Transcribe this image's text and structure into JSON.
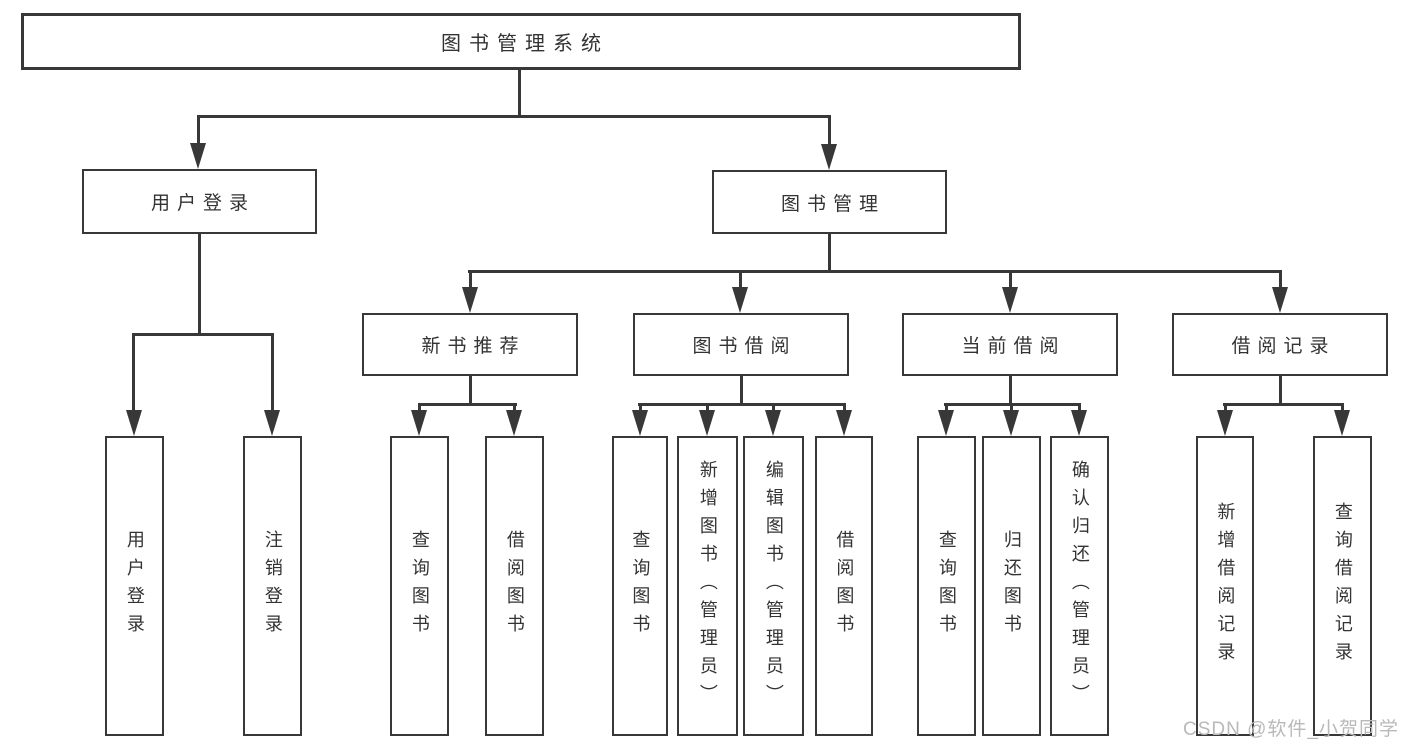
{
  "root": {
    "label": "图书管理系统"
  },
  "user": {
    "label": "用户登录",
    "children": [
      {
        "label": "用户登录"
      },
      {
        "label": "注销登录"
      }
    ]
  },
  "book": {
    "label": "图书管理",
    "modules": [
      {
        "label": "新书推荐",
        "children": [
          {
            "label": "查询图书"
          },
          {
            "label": "借阅图书"
          }
        ]
      },
      {
        "label": "图书借阅",
        "children": [
          {
            "label": "查询图书"
          },
          {
            "label": "新增图书（管理员）"
          },
          {
            "label": "编辑图书（管理员）"
          },
          {
            "label": "借阅图书"
          }
        ]
      },
      {
        "label": "当前借阅",
        "children": [
          {
            "label": "查询图书"
          },
          {
            "label": "归还图书"
          },
          {
            "label": "确认归还（管理员）"
          }
        ]
      },
      {
        "label": "借阅记录",
        "children": [
          {
            "label": "新增借阅记录"
          },
          {
            "label": "查询借阅记录"
          }
        ]
      }
    ]
  },
  "watermark": {
    "text": "CSDN @软件_小贺同学"
  },
  "colors": {
    "line": "#383838",
    "text": "#333333",
    "bg": "#ffffff",
    "watermark": "#b9b9b9"
  }
}
